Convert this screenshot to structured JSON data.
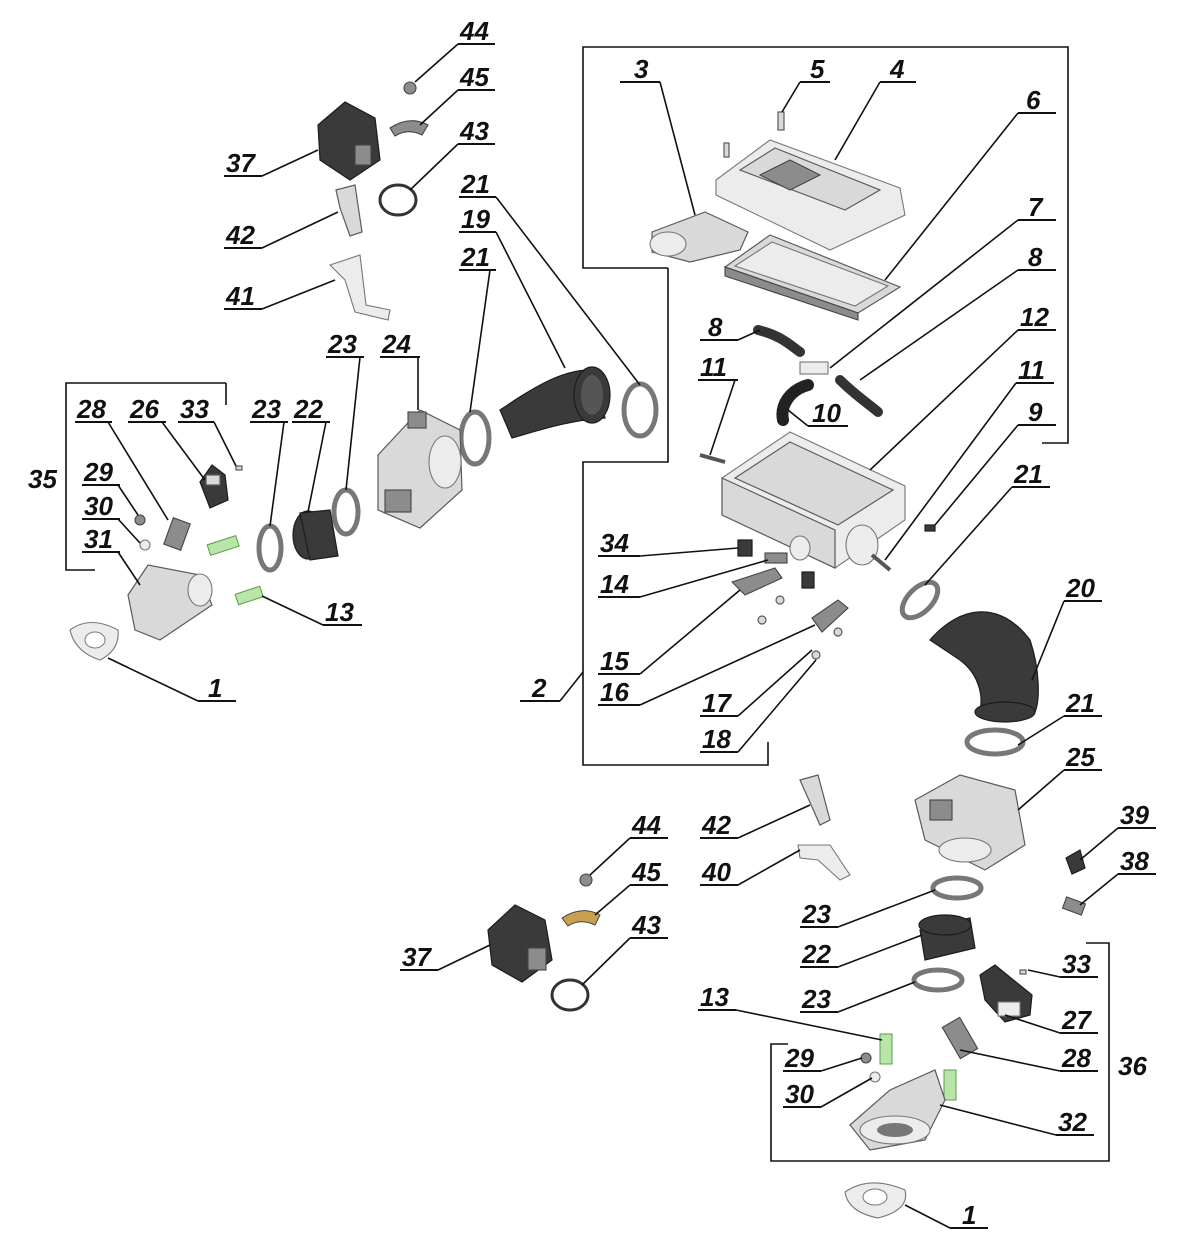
{
  "callouts": [
    "1",
    "2",
    "3",
    "4",
    "5",
    "6",
    "7",
    "8",
    "9",
    "10",
    "11",
    "12",
    "13",
    "14",
    "15",
    "16",
    "17",
    "18",
    "19",
    "20",
    "21",
    "22",
    "23",
    "24",
    "25",
    "26",
    "27",
    "28",
    "29",
    "30",
    "31",
    "32",
    "33",
    "34",
    "35",
    "36",
    "37",
    "38",
    "39",
    "40",
    "41",
    "42",
    "43",
    "44",
    "45"
  ],
  "icons": [
    "air-filter-housing",
    "throttle-body",
    "intake-manifold",
    "idle-valve",
    "fuel-injector",
    "hose",
    "clamp",
    "o-ring",
    "bracket",
    "gasket",
    "bolt"
  ]
}
